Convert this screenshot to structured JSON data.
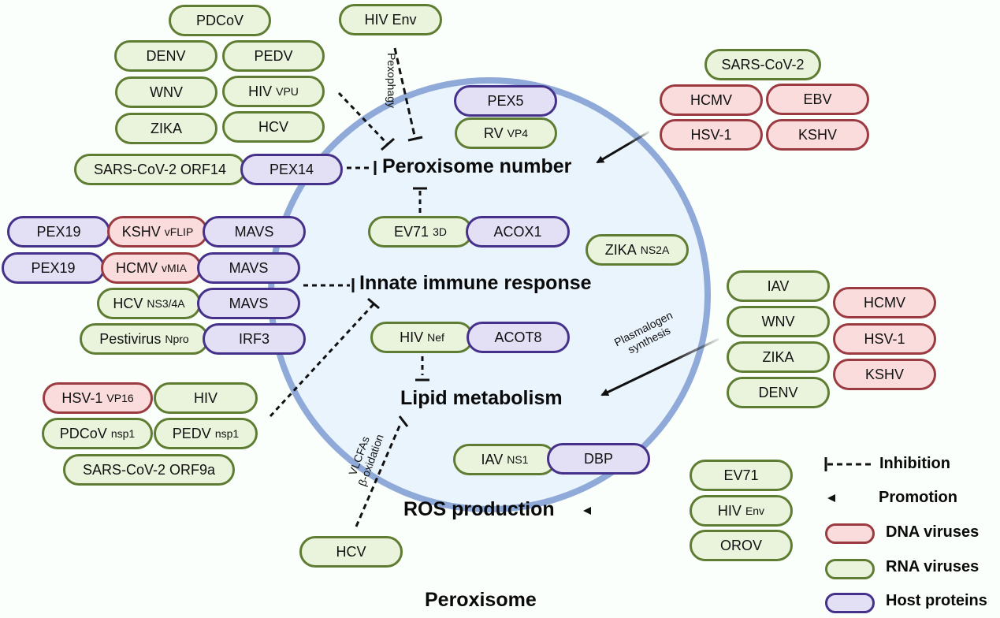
{
  "title": "Peroxisome",
  "processes": {
    "peroxisome_number": "Peroxisome number",
    "innate_immune": "Innate immune response",
    "lipid_metabolism": "Lipid metabolism",
    "ros_production": "ROS production"
  },
  "annotations": {
    "pexophagy": "Pexophagy",
    "plasmalogen_1": "Plasmalogen",
    "plasmalogen_2": "synthesis",
    "vlcfas_1": "VLCFAs",
    "vlcfas_2": "β-oxidation"
  },
  "pills": {
    "pdcov": {
      "name": "PDCoV",
      "sub": ""
    },
    "denv_top": {
      "name": "DENV",
      "sub": ""
    },
    "pedv": {
      "name": "PEDV",
      "sub": ""
    },
    "wnv_top": {
      "name": "WNV",
      "sub": ""
    },
    "hiv_vpu": {
      "name": "HIV",
      "sub": "VPU"
    },
    "zika_top": {
      "name": "ZIKA",
      "sub": ""
    },
    "hcv_top": {
      "name": "HCV",
      "sub": ""
    },
    "sars_orf14": {
      "name": "SARS-CoV-2 ORF14",
      "sub": ""
    },
    "pex14": {
      "name": "PEX14",
      "sub": ""
    },
    "hiv_env_top": {
      "name": "HIV Env",
      "sub": ""
    },
    "pex5": {
      "name": "PEX5",
      "sub": ""
    },
    "rv_vp4": {
      "name": "RV",
      "sub": "VP4"
    },
    "sars_cov2": {
      "name": "SARS-CoV-2",
      "sub": ""
    },
    "hcmv_top": {
      "name": "HCMV",
      "sub": ""
    },
    "ebv": {
      "name": "EBV",
      "sub": ""
    },
    "hsv1_top": {
      "name": "HSV-1",
      "sub": ""
    },
    "kshv_top": {
      "name": "KSHV",
      "sub": ""
    },
    "pex19_a": {
      "name": "PEX19",
      "sub": ""
    },
    "kshv_vflip": {
      "name": "KSHV",
      "sub": "vFLIP"
    },
    "mavs_a": {
      "name": "MAVS",
      "sub": ""
    },
    "pex19_b": {
      "name": "PEX19",
      "sub": ""
    },
    "hcmv_vmia": {
      "name": "HCMV",
      "sub": "vMIA"
    },
    "mavs_b": {
      "name": "MAVS",
      "sub": ""
    },
    "hcv_ns34a": {
      "name": "HCV",
      "sub": "NS3/4A"
    },
    "mavs_c": {
      "name": "MAVS",
      "sub": ""
    },
    "pestivirus_npro": {
      "name": "Pestivirus",
      "sub": "Npro"
    },
    "irf3": {
      "name": "IRF3",
      "sub": ""
    },
    "ev71_3d": {
      "name": "EV71",
      "sub": "3D"
    },
    "acox1": {
      "name": "ACOX1",
      "sub": ""
    },
    "zika_ns2a": {
      "name": "ZIKA",
      "sub": "NS2A"
    },
    "hiv_nef": {
      "name": "HIV",
      "sub": "Nef"
    },
    "acot8": {
      "name": "ACOT8",
      "sub": ""
    },
    "iav_right": {
      "name": "IAV",
      "sub": ""
    },
    "wnv_right": {
      "name": "WNV",
      "sub": ""
    },
    "zika_right": {
      "name": "ZIKA",
      "sub": ""
    },
    "denv_right": {
      "name": "DENV",
      "sub": ""
    },
    "hcmv_right": {
      "name": "HCMV",
      "sub": ""
    },
    "hsv1_right": {
      "name": "HSV-1",
      "sub": ""
    },
    "kshv_right": {
      "name": "KSHV",
      "sub": ""
    },
    "hsv1_vp16": {
      "name": "HSV-1",
      "sub": "VP16"
    },
    "hiv_left": {
      "name": "HIV",
      "sub": ""
    },
    "pdcov_nsp1": {
      "name": "PDCoV",
      "sub": "nsp1"
    },
    "pedv_nsp1": {
      "name": "PEDV",
      "sub": "nsp1"
    },
    "sars_orf9a": {
      "name": "SARS-CoV-2 ORF9a",
      "sub": ""
    },
    "iav_ns1": {
      "name": "IAV",
      "sub": "NS1"
    },
    "dbp": {
      "name": "DBP",
      "sub": ""
    },
    "hcv_bottom": {
      "name": "HCV",
      "sub": ""
    },
    "ev71": {
      "name": "EV71",
      "sub": ""
    },
    "hiv_env_right": {
      "name": "HIV",
      "sub": "Env"
    },
    "orov": {
      "name": "OROV",
      "sub": ""
    }
  },
  "legend": {
    "inhibition": "Inhibition",
    "promotion": "Promotion",
    "dna_viruses": "DNA viruses",
    "rna_viruses": "RNA viruses",
    "host_proteins": "Host proteins"
  },
  "colors": {
    "rna_fill": "#eaf4dc",
    "rna_border": "#5e7d32",
    "dna_fill": "#fadcdc",
    "dna_border": "#9b3a40",
    "host_fill": "#e3dff5",
    "host_border": "#45318a",
    "membrane": "#8fa9d8",
    "lumen": "#eaf4fd"
  }
}
